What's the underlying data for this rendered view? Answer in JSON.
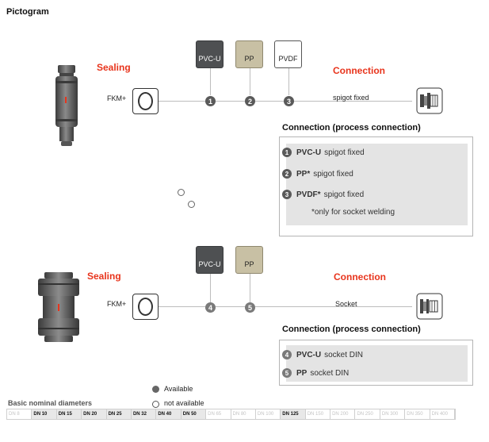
{
  "title": "Pictogram",
  "section1": {
    "sealing_label": "Sealing",
    "connection_label": "Connection",
    "seal_material": "FKM+",
    "connection_type": "spigot fixed",
    "materials": [
      {
        "label": "PVC-U",
        "number": "1",
        "color": "#4e5052"
      },
      {
        "label": "PP",
        "number": "2",
        "color": "#c8c0a4"
      },
      {
        "label": "PVDF",
        "number": "3",
        "color": "#ffffff"
      }
    ],
    "panel_title": "Connection (process connection)",
    "rows": [
      {
        "num": "1",
        "material": "PVC-U",
        "text": "spigot fixed"
      },
      {
        "num": "2",
        "material": "PP*",
        "text": "spigot fixed"
      },
      {
        "num": "3",
        "material": "PVDF*",
        "text": "spigot fixed"
      }
    ],
    "note": "*only for socket welding"
  },
  "section2": {
    "sealing_label": "Sealing",
    "connection_label": "Connection",
    "seal_material": "FKM+",
    "connection_type": "Socket",
    "materials": [
      {
        "label": "PVC-U",
        "number": "4",
        "color": "#4e5052"
      },
      {
        "label": "PP",
        "number": "5",
        "color": "#c8c0a4"
      }
    ],
    "panel_title": "Connection (process connection)",
    "rows": [
      {
        "num": "4",
        "material": "PVC-U",
        "text": "socket DIN"
      },
      {
        "num": "5",
        "material": "PP",
        "text": "socket DIN"
      }
    ]
  },
  "legend": {
    "available": "Available",
    "not_available": "not available"
  },
  "diameters": {
    "label": "Basic nominal diameters",
    "cells": [
      {
        "label": "DN 8",
        "available": false
      },
      {
        "label": "DN 10",
        "available": true
      },
      {
        "label": "DN 15",
        "available": true
      },
      {
        "label": "DN 20",
        "available": true
      },
      {
        "label": "DN 25",
        "available": true
      },
      {
        "label": "DN 32",
        "available": true
      },
      {
        "label": "DN 40",
        "available": true
      },
      {
        "label": "DN 50",
        "available": true
      },
      {
        "label": "DN 65",
        "available": false
      },
      {
        "label": "DN 80",
        "available": false
      },
      {
        "label": "DN 100",
        "available": false
      },
      {
        "label": "DN 125",
        "available": true
      },
      {
        "label": "DN 150",
        "available": false
      },
      {
        "label": "DN 200",
        "available": false
      },
      {
        "label": "DN 250",
        "available": false
      },
      {
        "label": "DN 300",
        "available": false
      },
      {
        "label": "DN 350",
        "available": false
      },
      {
        "label": "DN 400",
        "available": false
      }
    ]
  },
  "colors": {
    "accent_red": "#e8341c",
    "available_gray": "#e8e8e8",
    "material_dark": "#4e5052",
    "material_tan": "#c8c0a4"
  }
}
